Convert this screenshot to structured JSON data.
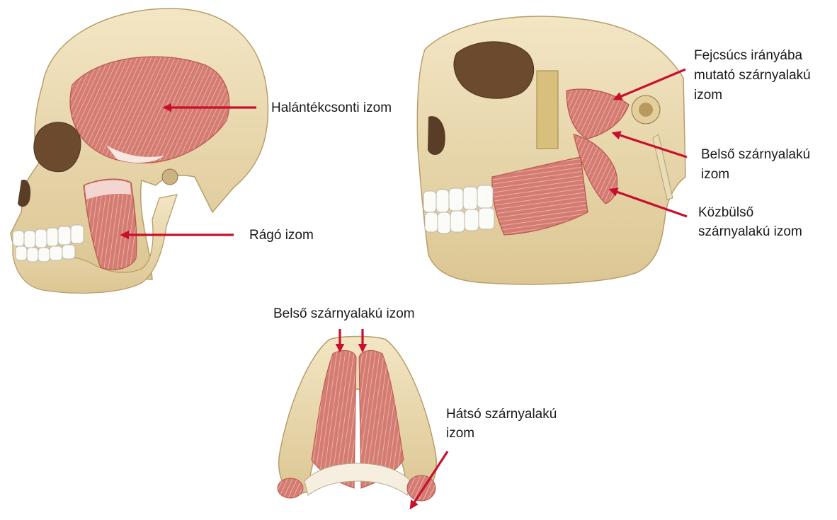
{
  "labels": {
    "temporalis": "Halántékcsonti izom",
    "masseter": "Rágó izom",
    "upper_pterygoid_line1": "Fejcsúcs irányába",
    "upper_pterygoid_line2": "mutató szárnyalakú",
    "upper_pterygoid_line3": "izom",
    "medial_pterygoid_line1": "Belső szárnyalakú",
    "medial_pterygoid_line2": "izom",
    "intermediate_pterygoid_line1": "Közbülső",
    "intermediate_pterygoid_line2": "szárnyalakú izom",
    "medial_pterygoid_bottom": "Belső szárnyalakú izom",
    "posterior_pterygoid_line1": "Hátsó szárnyalakú",
    "posterior_pterygoid_line2": "izom"
  },
  "colors": {
    "bone": "#ecdcb4",
    "bone_shadow": "#c9b17c",
    "muscle": "#d2786f",
    "muscle_light": "#eec3b9",
    "arrow": "#c8102e",
    "text": "#1a1a1a"
  }
}
